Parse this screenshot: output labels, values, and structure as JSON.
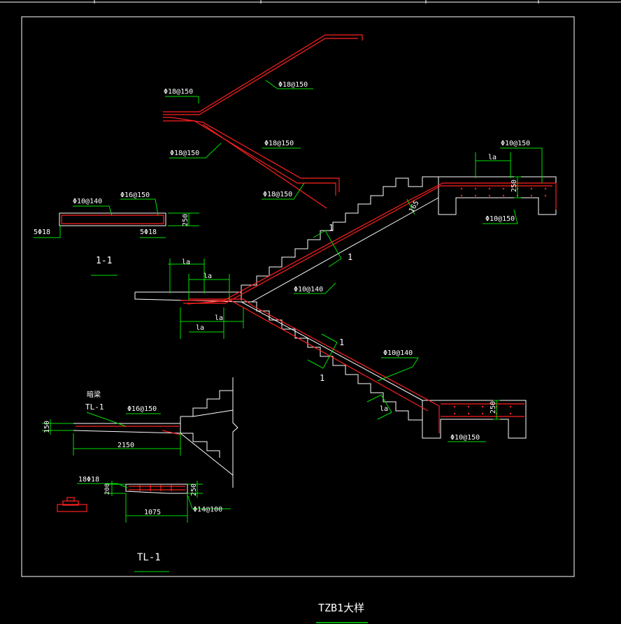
{
  "drawing": {
    "sheet_title": "TZB1大样",
    "colors": {
      "background": "#000000",
      "outline": "#ffffff",
      "rebar": "#ff2020",
      "dimension": "#00e000"
    },
    "top_detail": {
      "labels": [
        "Φ18@150",
        "Φ18@150",
        "Φ18@150",
        "Φ18@150",
        "Φ18@150"
      ]
    },
    "section_11": {
      "title": "1-1",
      "top_bar": "Φ10@140",
      "top_bar2": "Φ16@150",
      "bottom_left": "5Φ18",
      "bottom_right": "5Φ18",
      "depth": "250"
    },
    "main_stair": {
      "upper_right_top": "Φ10@150",
      "upper_right_bottom": "Φ10@150",
      "upper_right_depth": "250",
      "anchor_la": "la",
      "slope_dim": "165",
      "upper_flight_bar": "Φ10@140",
      "lower_flight_bar": "Φ10@140",
      "section_mark": "1",
      "lower_landing_bar": "Φ10@150",
      "lower_landing_depth": "250"
    },
    "tl_elevation": {
      "title_cn": "暗梁",
      "beam": "TL-1",
      "top_bar": "Φ16@150",
      "height": "150",
      "span": "2150"
    },
    "tl_section": {
      "title": "TL-1",
      "main_bar": "18Φ18",
      "left_dim": "200",
      "right_dim": "250",
      "width": "1075",
      "stirrup": "Φ14@100"
    }
  }
}
